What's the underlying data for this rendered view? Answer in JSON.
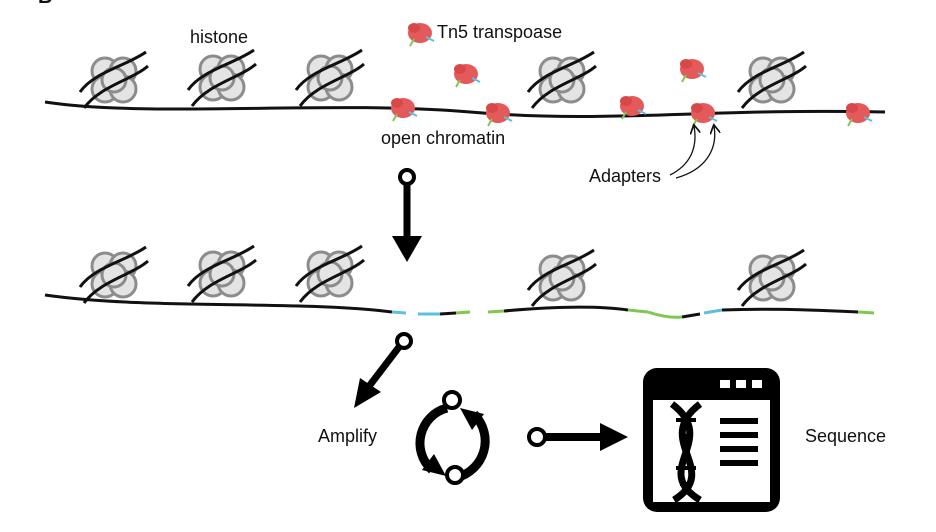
{
  "panel_letter": "B",
  "labels": {
    "histone": "histone",
    "tn5": "Tn5 transpoase",
    "open_chromatin": "open chromatin",
    "adapters": "Adapters",
    "amplify": "Amplify",
    "sequence": "Sequence"
  },
  "colors": {
    "dna": "#111111",
    "histone_fill": "#e4e4e4",
    "histone_stroke": "#8c8c8c",
    "tn5": "#e45a5a",
    "adapter_green": "#7ec850",
    "adapter_blue": "#5bc0de",
    "icon_dark": "#000000"
  },
  "icons": {
    "transposase": "tn5-transposase-icon",
    "amplify_cycle": "amplify-cycle-icon",
    "sequencer": "sequencer-window-icon"
  }
}
